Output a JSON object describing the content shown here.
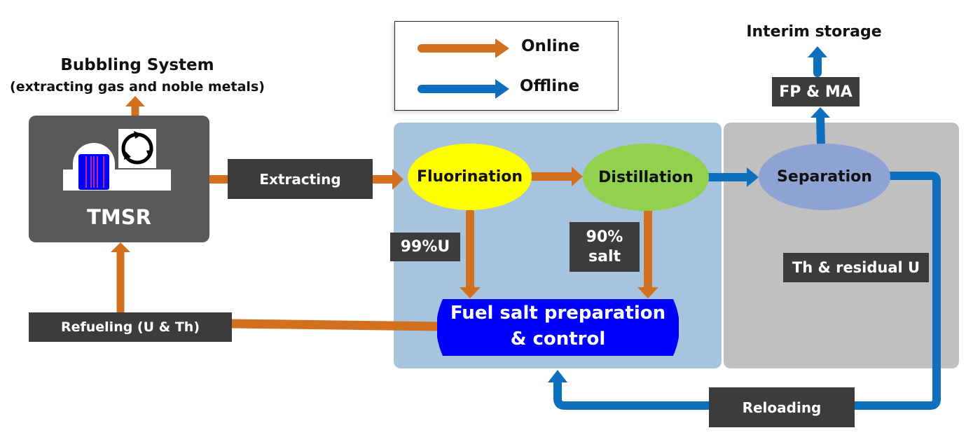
{
  "colors": {
    "online": "#d2701f",
    "offline": "#0f6fbf",
    "label_bg": "#3c3c3c",
    "tmsr_bg": "#595959",
    "online_panel": "#a6c4de",
    "offline_panel": "#c0c0c0",
    "fluorination": "#ffff00",
    "distillation": "#92d050",
    "separation": "#8fa2d4",
    "fuel_salt": "#0000ff"
  },
  "legend": {
    "items": [
      {
        "label": "Online",
        "type": "online"
      },
      {
        "label": "Offline",
        "type": "offline"
      }
    ]
  },
  "bubbling": {
    "title": "Bubbling System",
    "subtitle": "(extracting gas and noble metals)"
  },
  "tmsr": {
    "label": "TMSR",
    "icons": [
      "reactor-icon",
      "cycle-icon"
    ]
  },
  "labels": {
    "extracting": "Extracting",
    "refueling": "Refueling (U & Th)",
    "u99": "99%U",
    "salt90_line1": "90%",
    "salt90_line2": "salt",
    "th_residual": "Th & residual U",
    "fp_ma": "FP & MA",
    "interim_storage": "Interim storage",
    "reloading": "Reloading"
  },
  "nodes": {
    "fluorination": "Fluorination",
    "distillation": "Distillation",
    "separation": "Separation",
    "fuel_salt_line1": "Fuel salt preparation",
    "fuel_salt_line2": "& control"
  }
}
